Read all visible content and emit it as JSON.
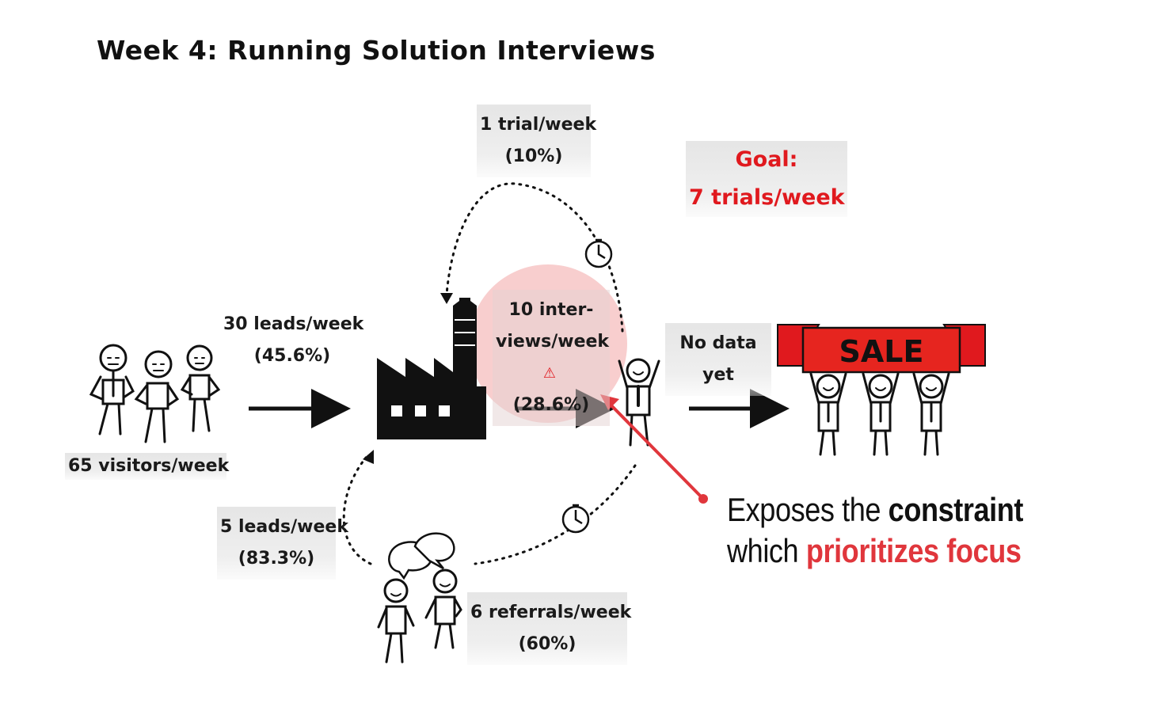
{
  "title": "Week 4: Running Solution Interviews",
  "flow": {
    "visitors": "65 visitors/week",
    "leads": {
      "line1": "30 leads/week",
      "line2": "(45.6%)"
    },
    "trial": {
      "line1": "1 trial/week",
      "line2": "(10%)"
    },
    "interviews": {
      "line1": "10 inter-",
      "line2": "views/week",
      "line3": "(28.6%)"
    },
    "no_data": {
      "line1": "No data",
      "line2": "yet"
    },
    "referral_leads": {
      "line1": "5 leads/week",
      "line2": "(83.3%)"
    },
    "referrals": {
      "line1": "6 referrals/week",
      "line2": "(60%)"
    }
  },
  "goal": {
    "line1": "Goal:",
    "line2": "7 trials/week"
  },
  "sale_banner": "SALE",
  "callout": {
    "part1": "Exposes the ",
    "part2": "constraint",
    "part3": "which ",
    "part4": "prioritizes focus"
  },
  "icons": {
    "warning": "warning-triangle-icon",
    "stopwatch": "stopwatch-icon",
    "factory": "factory-icon"
  },
  "colors": {
    "accent": "#e0191e",
    "highlight": "#f7c9c9",
    "ink": "#111111"
  }
}
